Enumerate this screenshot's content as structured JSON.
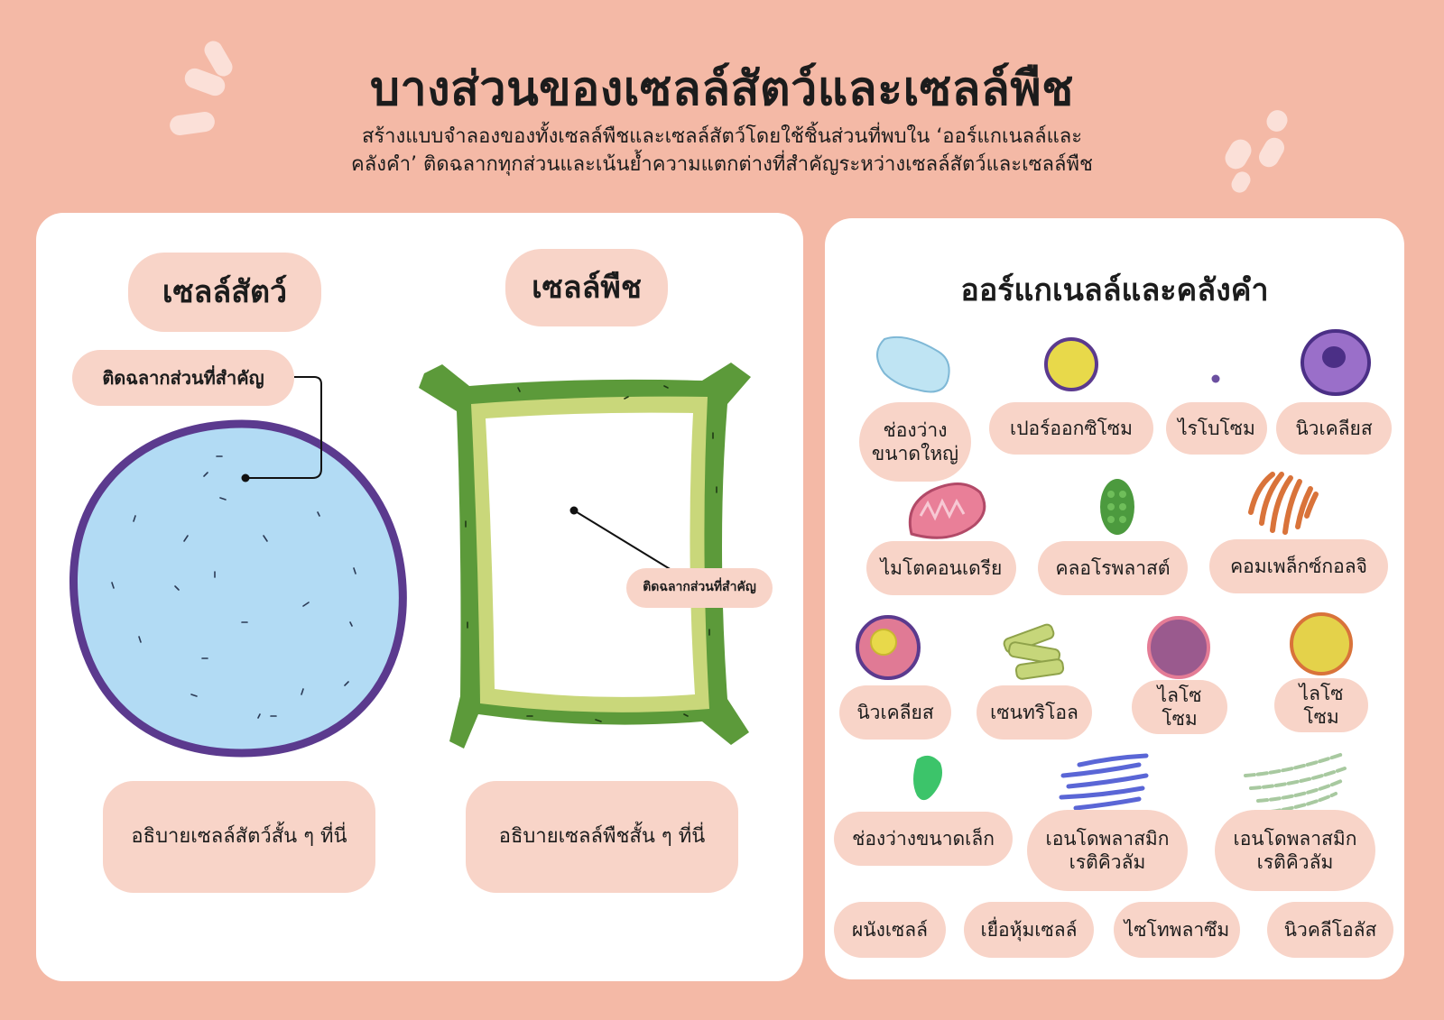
{
  "page": {
    "title": "บางส่วนของเซลล์สัตว์และเซลล์พืช",
    "subtitle_line1": "สร้างแบบจำลองของทั้งเซลล์พืชและเซลล์สัตว์โดยใช้ชิ้นส่วนที่พบใน ‘ออร์แกเนลล์และ",
    "subtitle_line2": "คลังคำ’ ติดฉลากทุกส่วนและเน้นย้ำความแตกต่างที่สำคัญระหว่างเซลล์สัตว์และเซลล์พืช"
  },
  "models": {
    "animal_heading": "เซลล์สัตว์",
    "plant_heading": "เซลล์พืช",
    "animal_label": "ติดฉลากส่วนที่สำคัญ",
    "plant_label": "ติดฉลากส่วนที่สำคัญ",
    "animal_desc": "อธิบายเซลล์สัตว์สั้น ๆ ที่นี่",
    "plant_desc": "อธิบายเซลล์พืชสั้น ๆ ที่นี่"
  },
  "word_bank": {
    "title": "ออร์แกเนลล์และคลังคำ",
    "items": [
      {
        "label": "ช่องว่าง\nขนาดใหญ่",
        "icon": "large-vacuole-icon"
      },
      {
        "label": "เปอร์ออกซิโซม",
        "icon": "peroxisome-icon"
      },
      {
        "label": "ไรโบโซม",
        "icon": "ribosome-icon"
      },
      {
        "label": "นิวเคลียส",
        "icon": "nucleus-icon"
      },
      {
        "label": "ไมโตคอนเดรีย",
        "icon": "mitochondria-icon"
      },
      {
        "label": "คลอโรพลาสต์",
        "icon": "chloroplast-icon"
      },
      {
        "label": "คอมเพล็กซ์กอลจิ",
        "icon": "golgi-icon"
      },
      {
        "label": "นิวเคลียส",
        "icon": "nucleus-nucleolus-icon"
      },
      {
        "label": "เซนทริโอล",
        "icon": "centriole-icon"
      },
      {
        "label": "ไลโซโซม",
        "icon": "lysosome-icon"
      },
      {
        "label": "ไลโซโซม",
        "icon": "lysosome-yellow-icon"
      },
      {
        "label": "ช่องว่างขนาดเล็ก",
        "icon": "small-vacuole-icon"
      },
      {
        "label": "เอนโดพลาสมิก\nเรติคิวลัม",
        "icon": "rough-er-icon"
      },
      {
        "label": "เอนโดพลาสมิก\nเรติคิวลัม",
        "icon": "smooth-er-icon"
      },
      {
        "label": "ผนังเซลล์",
        "icon": ""
      },
      {
        "label": "เยื่อหุ้มเซลล์",
        "icon": ""
      },
      {
        "label": "ไซโทพลาซึม",
        "icon": ""
      },
      {
        "label": "นิวคลีโอลัส",
        "icon": ""
      }
    ]
  },
  "colors": {
    "background": "#f4b9a6",
    "pill": "#f8d4c8",
    "animal_membrane": "#5b3a8e",
    "animal_cytoplasm": "#b2dbf4",
    "plant_wall": "#5c9a3a",
    "plant_membrane": "#c9d77a"
  }
}
